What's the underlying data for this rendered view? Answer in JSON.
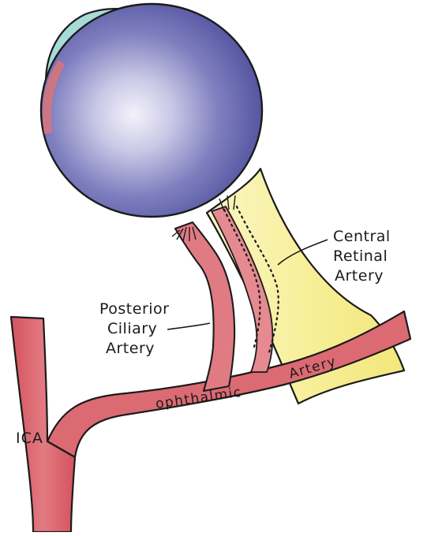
{
  "labels": {
    "central_retinal_artery": [
      "Central",
      "Retinal",
      "Artery"
    ],
    "posterior_ciliary_artery": [
      "Posterior",
      "Ciliary",
      "Artery"
    ],
    "ophthalmic_artery": [
      "ophthalmic",
      "Artery"
    ],
    "ica": "ICA"
  },
  "colors": {
    "globe": "#5a5aa6",
    "globe_highlight": "#f2f0fb",
    "cornea": "#9fd6d6",
    "lens": "#5a9fae",
    "artery": "#d9606a",
    "artery_light": "#e89aa0",
    "optic_nerve": "#f7ef9a",
    "outline": "#1b1b1b"
  }
}
